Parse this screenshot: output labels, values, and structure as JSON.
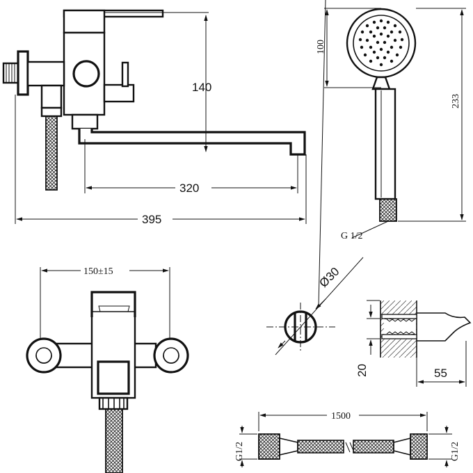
{
  "labels": {
    "top_front_height": "140",
    "top_front_spout_reach": "320",
    "top_front_total_length": "395",
    "shower_head_diameter": "100",
    "shower_total_length": "233",
    "shower_thread": "G 1/2",
    "front_view_center_distance": "150±15",
    "pipe_diameter": "Ø30",
    "wall_height": "20",
    "wall_depth": "55",
    "hose_length": "1500",
    "hose_thread_left": "G1/2",
    "hose_thread_right": "G1/2"
  }
}
